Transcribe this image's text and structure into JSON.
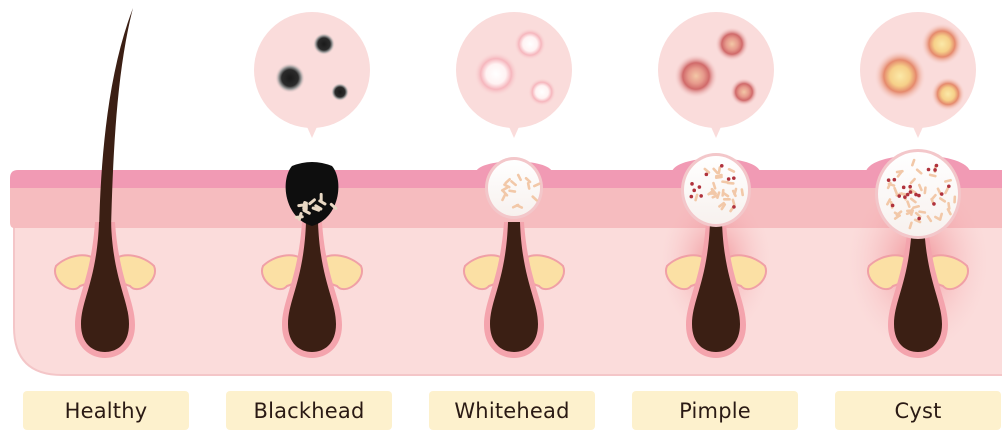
{
  "labels": [
    "Healthy",
    "Blackhead",
    "Whitehead",
    "Pimple",
    "Cyst"
  ],
  "colors": {
    "hair": "#3b1f14",
    "skin_surface": "#f19ab4",
    "skin_mid": "#f6bcbf",
    "skin_deep": "#fbdcdb",
    "gland": "#fbe0a4",
    "label_bg": "#fdf1cd",
    "bubble": "#fadcdb"
  }
}
